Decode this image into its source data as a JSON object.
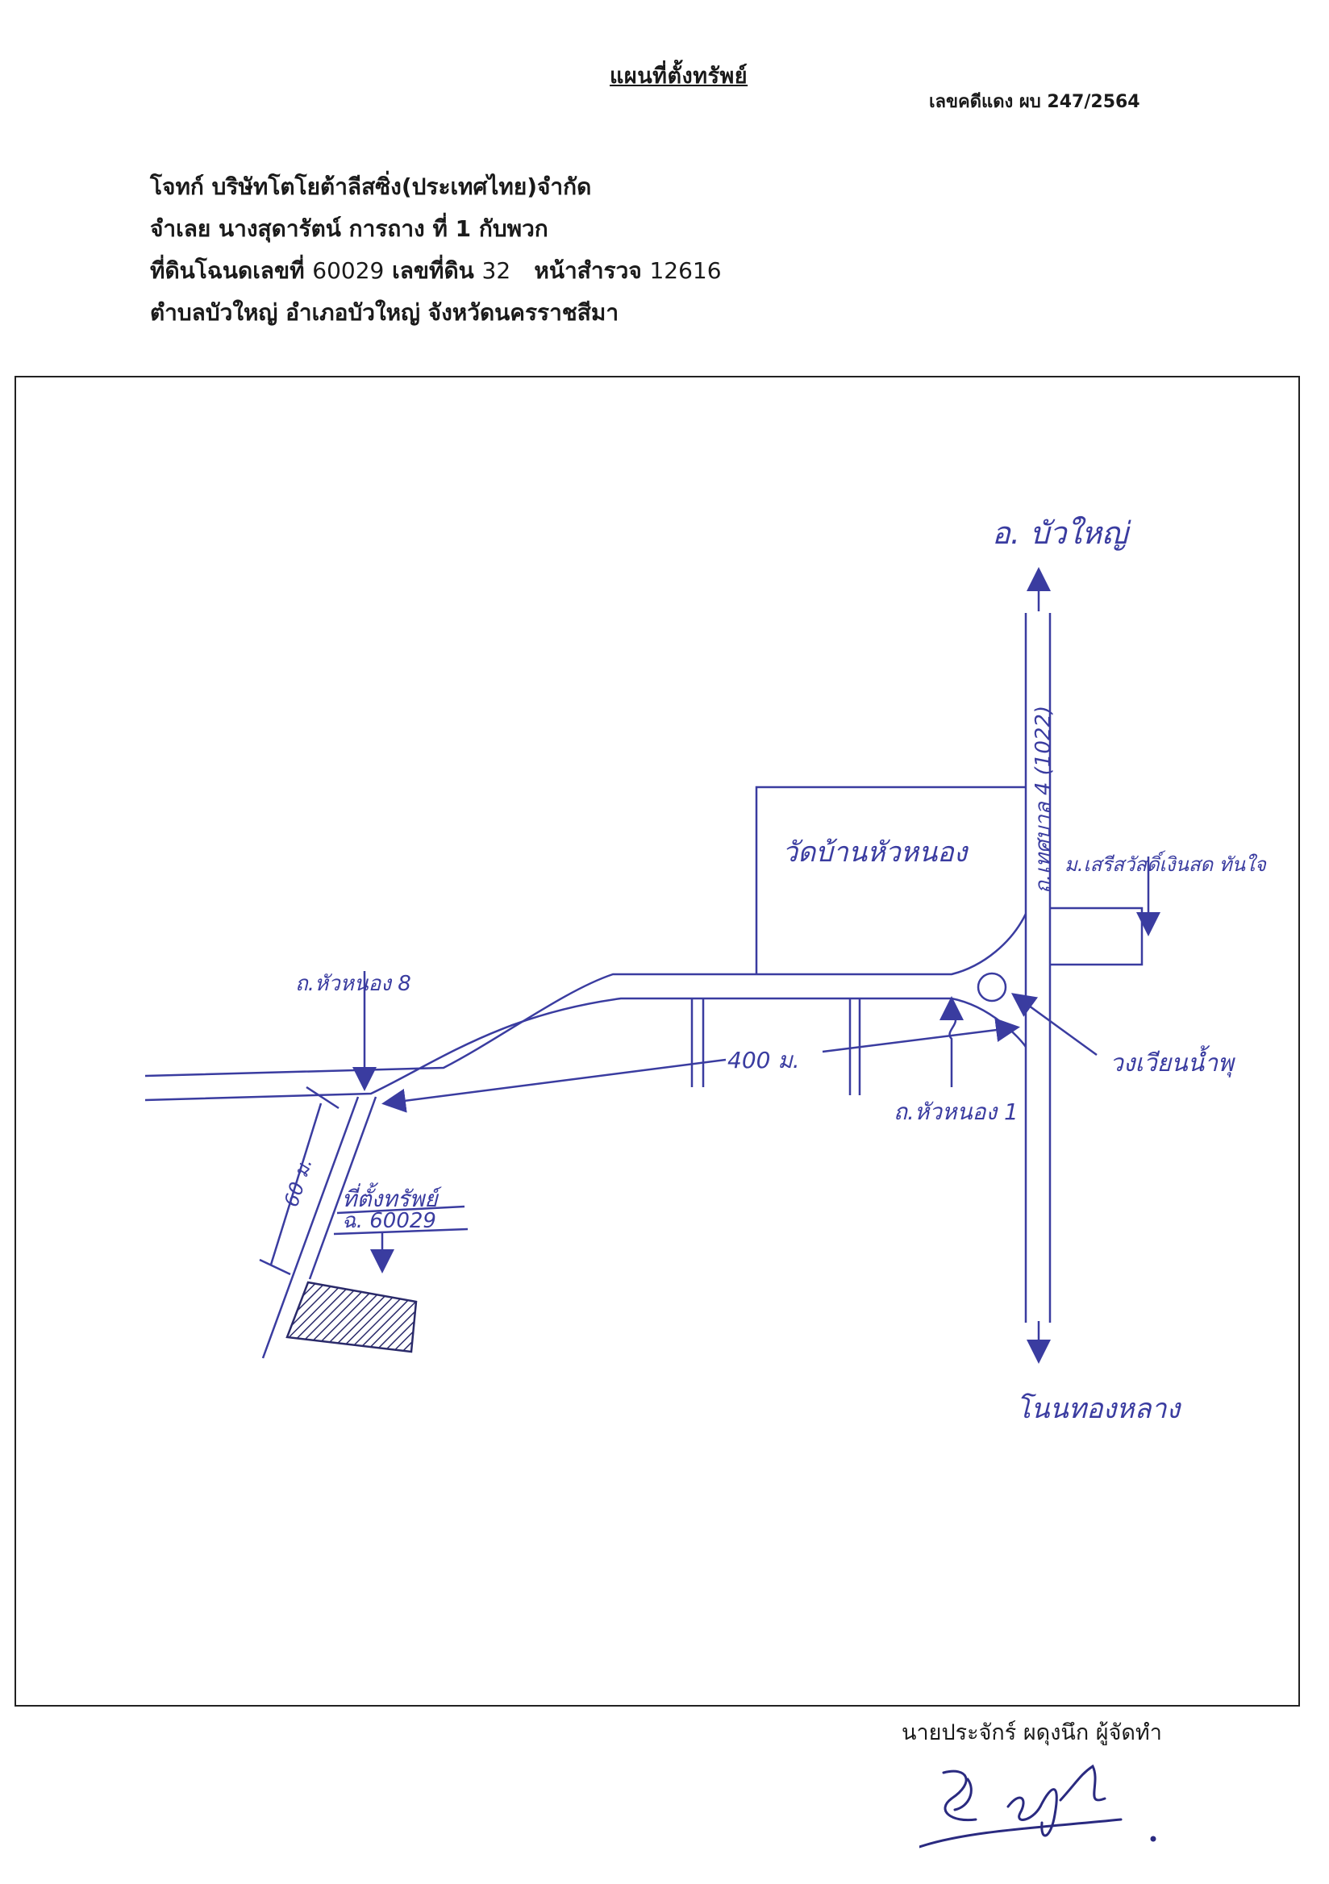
{
  "header": {
    "title": "แผนที่ตั้งทรัพย์",
    "case_number": "เลขคดีแดง ผบ 247/2564"
  },
  "case_info": {
    "plaintiff_label": "โจทก์",
    "plaintiff": "บริษัทโตโยต้าลีสซิ่ง(ประเทศไทย)จำกัด",
    "defendant_label": "จำเลย",
    "defendant": "นางสุดารัตน์ การถาง ที่ 1 กับพวก",
    "land_label": "ที่ดินโฉนดเลขที่",
    "deed_no": "60029",
    "parcel_label": "เลขที่ดิน",
    "parcel_no": "32",
    "survey_label": "หน้าสำรวจ",
    "survey_no": "12616",
    "location": "ตำบลบัวใหญ่  อำเภอบัวใหญ่  จังหวัดนครราชสีมา"
  },
  "map": {
    "north_destination": "อ. บัวใหญ่",
    "south_destination": "โนนทองหลาง",
    "highway_label": "ถ.เทศบาล 4 (1022)",
    "temple_label": "วัดบ้านหัวหนอง",
    "shop_label": "ม.เสรีสวัสดิ์เงินสด ทันใจ",
    "roundabout_label": "วงเวียนน้ำพุ",
    "soi1_label": "ถ.หัวหนอง 1",
    "soi8_label": "ถ.หัวหนอง 8",
    "distance_main": "400 ม.",
    "distance_soi": "60 ม.",
    "property_label": "ที่ตั้งทรัพย์",
    "property_deed": "ฉ. 60029",
    "ink_color": "#3a3ca0"
  },
  "footer": {
    "prepared_by": "นายประจักร์ ผดุงนึก ผู้จัดทำ"
  }
}
